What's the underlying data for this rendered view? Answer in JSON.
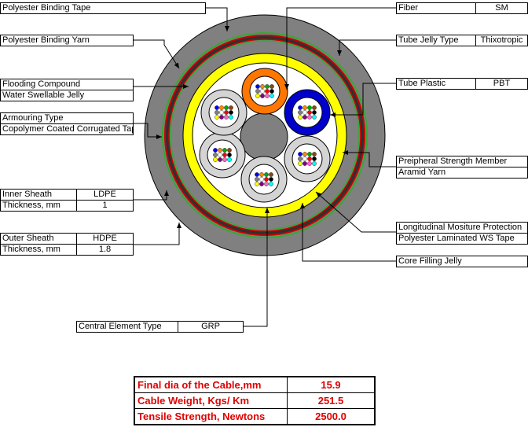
{
  "labels": {
    "binding_tape": "Polyester Binding Tape",
    "binding_yarn": "Polyester Binding Yarn",
    "flooding_compound": "Flooding Compound",
    "water_swellable": "Water Swellable Jelly",
    "armouring_type": "Armouring Type",
    "armouring_value": "Copolymer Coated Corrugated Tape",
    "inner_sheath": "Inner Sheath",
    "inner_sheath_value": "LDPE",
    "inner_thickness": "Thickness, mm",
    "inner_thickness_value": "1",
    "outer_sheath": "Outer Sheath",
    "outer_sheath_value": "HDPE",
    "outer_thickness": "Thickness, mm",
    "outer_thickness_value": "1.8",
    "central_element": "Central Element Type",
    "central_element_value": "GRP",
    "fiber": "Fiber",
    "fiber_value": "SM",
    "tube_jelly": "Tube Jelly Type",
    "tube_jelly_value": "Thixotropic",
    "tube_plastic": "Tube Plastic",
    "tube_plastic_value": "PBT",
    "strength_member": "Preipheral Strength Member",
    "strength_member_value": "Aramid Yarn",
    "long_protection": "Longitudinal Mositure Protection",
    "long_protection_value": "Polyester Laminated WS Tape",
    "core_filling": "Core Filling Jelly"
  },
  "summary": [
    {
      "key": "Final dia of the Cable,mm",
      "value": "15.9"
    },
    {
      "key": "Cable Weight, Kgs/ Km",
      "value": "251.5"
    },
    {
      "key": "Tensile Strength, Newtons",
      "value": "2500.0"
    }
  ],
  "colors": {
    "outer_sheath": "#808080",
    "inner_sheath": "#808080",
    "green_ring": "#33aa33",
    "red_ring": "#cc0000",
    "armour_dark": "#303030",
    "yellow_tape": "#ffff00",
    "loose_tube": "#d4d4d4",
    "orange_tube": "#ff7700",
    "blue_tube": "#0000cc",
    "central_member": "#808080",
    "summary_text": "#e00000"
  },
  "fiber_colors": [
    "#0000ff",
    "#ff8800",
    "#00aa00",
    "#8b4513",
    "#808080",
    "#ffffff",
    "#ff0000",
    "#000000",
    "#ffff00",
    "#800080",
    "#ff66cc",
    "#00ffff"
  ]
}
